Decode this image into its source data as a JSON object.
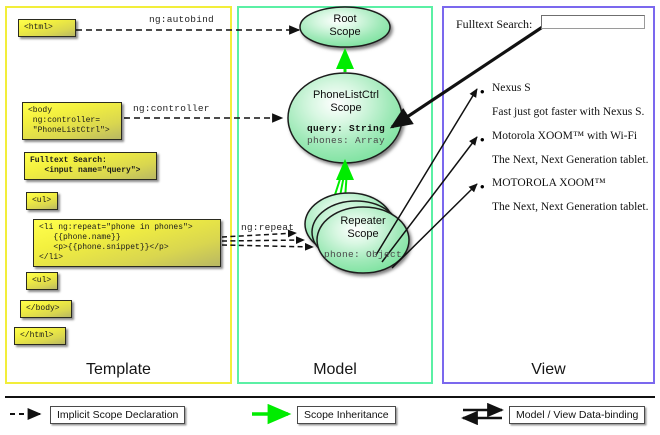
{
  "columns": {
    "template": {
      "label": "Template",
      "border_color": "#f2ee3a"
    },
    "model": {
      "label": "Model",
      "border_color": "#5bf0a5"
    },
    "view": {
      "label": "View",
      "border_color": "#7b68ee"
    }
  },
  "template_boxes": [
    {
      "id": "html-open",
      "text": "<html>"
    },
    {
      "id": "body-open",
      "text": "<body\n ng:controller=\n \"PhoneListCtrl\">"
    },
    {
      "id": "search",
      "text": "Fulltext Search:\n   <input name=\"query\">"
    },
    {
      "id": "ul-open",
      "text": "<ul>"
    },
    {
      "id": "li-repeat",
      "text": "<li ng:repeat=\"phone in phones\">\n   {{phone.name}}\n   <p>{{phone.snippet}}</p>\n</li>"
    },
    {
      "id": "ul-close",
      "text": "<ul>"
    },
    {
      "id": "body-close",
      "text": "</body>"
    },
    {
      "id": "html-close",
      "text": "</html>"
    }
  ],
  "connectors": [
    {
      "id": "ng-autobind",
      "label": "ng:autobind"
    },
    {
      "id": "ng-controller",
      "label": "ng:controller"
    },
    {
      "id": "ng-repeat",
      "label": "ng:repeat"
    }
  ],
  "model_scopes": [
    {
      "id": "root-scope",
      "title_line1": "Root",
      "title_line2": "Scope",
      "properties": []
    },
    {
      "id": "phonelistctrl-scope",
      "title_line1": "PhoneListCtrl",
      "title_line2": "Scope",
      "properties": [
        {
          "text": "query: String",
          "emphasis": "strong"
        },
        {
          "text": "phones: Array",
          "emphasis": "dim"
        }
      ]
    },
    {
      "id": "repeater-scope",
      "title_line1": "Repeater",
      "title_line2": "Scope",
      "properties": [
        {
          "text": "phone: Object",
          "emphasis": "dim"
        }
      ]
    }
  ],
  "view": {
    "search_label": "Fulltext Search:",
    "search_value": "",
    "search_placeholder": "",
    "items": [
      {
        "name": "Nexus S",
        "snippet": "Fast just got faster with Nexus S."
      },
      {
        "name": "Motorola XOOM™  with Wi-Fi",
        "snippet": "The Next, Next Generation tablet."
      },
      {
        "name": "MOTOROLA XOOM™",
        "snippet": "The Next, Next Generation tablet."
      }
    ]
  },
  "legend": [
    {
      "id": "implicit-scope-declaration",
      "label": "Implicit Scope Declaration",
      "style": "dashed-arrow",
      "color": "#111111"
    },
    {
      "id": "scope-inheritance",
      "label": "Scope Inheritance",
      "style": "solid-arrow",
      "color": "#00ec00"
    },
    {
      "id": "model-view-data-binding",
      "label": "Model / View Data-binding",
      "style": "double-arrow",
      "color": "#111111"
    }
  ]
}
